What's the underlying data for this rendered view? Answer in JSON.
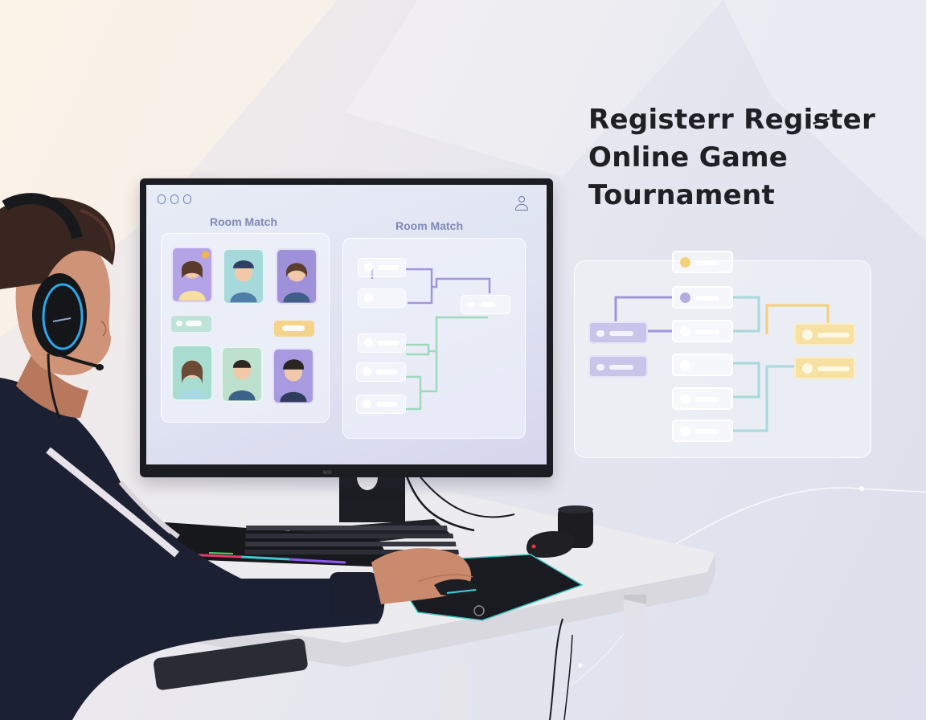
{
  "headline": {
    "line1": "Registerr Regiꞩter",
    "line2": "Online Game",
    "line3": "Tournament"
  },
  "screen": {
    "left_panel_title": "Room Match",
    "right_panel_title": "Room Match",
    "top_icons": [
      "circle-icon",
      "double-circle-icon",
      "grid-icon"
    ],
    "profile_icon": "user-icon"
  },
  "monitor_brand": "MSI",
  "colors": {
    "accent_purple": "#9f95dd",
    "accent_gold": "#f3d17a",
    "accent_teal": "#a6d8dd",
    "accent_green": "#9fd9b9",
    "headline": "#1f1f24"
  }
}
